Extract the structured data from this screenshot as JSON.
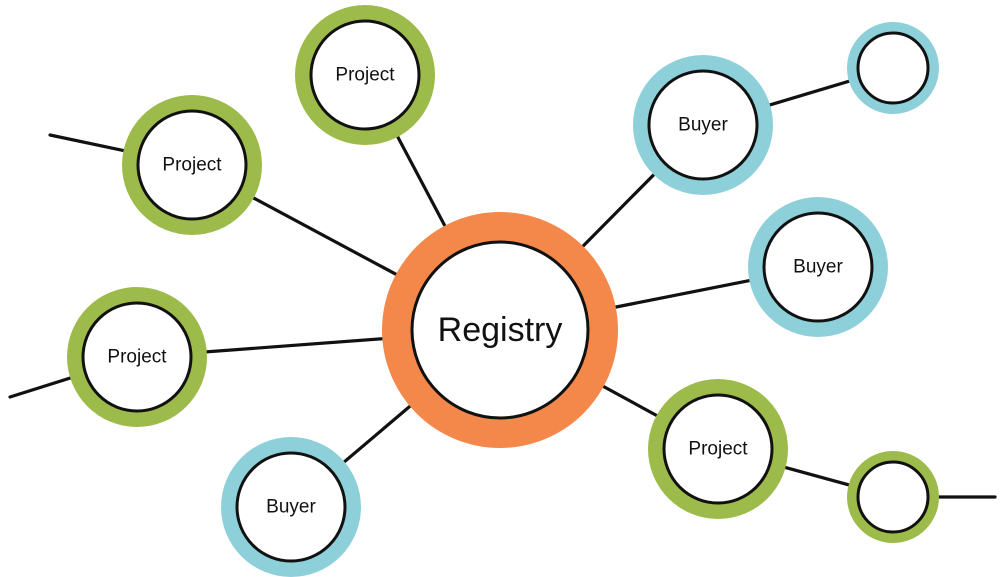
{
  "colors": {
    "registry": "#F4884A",
    "project": "#9DBB4A",
    "buyer": "#8DD0DA",
    "line": "#111111"
  },
  "diagram": {
    "registry": {
      "label": "Registry",
      "kind": "registry"
    },
    "nodes": [
      {
        "id": "project-top",
        "label": "Project",
        "kind": "project"
      },
      {
        "id": "project-upper-left",
        "label": "Project",
        "kind": "project"
      },
      {
        "id": "project-left",
        "label": "Project",
        "kind": "project"
      },
      {
        "id": "buyer-bottom-left",
        "label": "Buyer",
        "kind": "buyer"
      },
      {
        "id": "buyer-top-right",
        "label": "Buyer",
        "kind": "buyer"
      },
      {
        "id": "buyer-right",
        "label": "Buyer",
        "kind": "buyer"
      },
      {
        "id": "project-bottom-right",
        "label": "Project",
        "kind": "project"
      },
      {
        "id": "unlabeled-top-right",
        "label": "",
        "kind": "buyer"
      },
      {
        "id": "unlabeled-bottom-right",
        "label": "",
        "kind": "project"
      }
    ]
  }
}
